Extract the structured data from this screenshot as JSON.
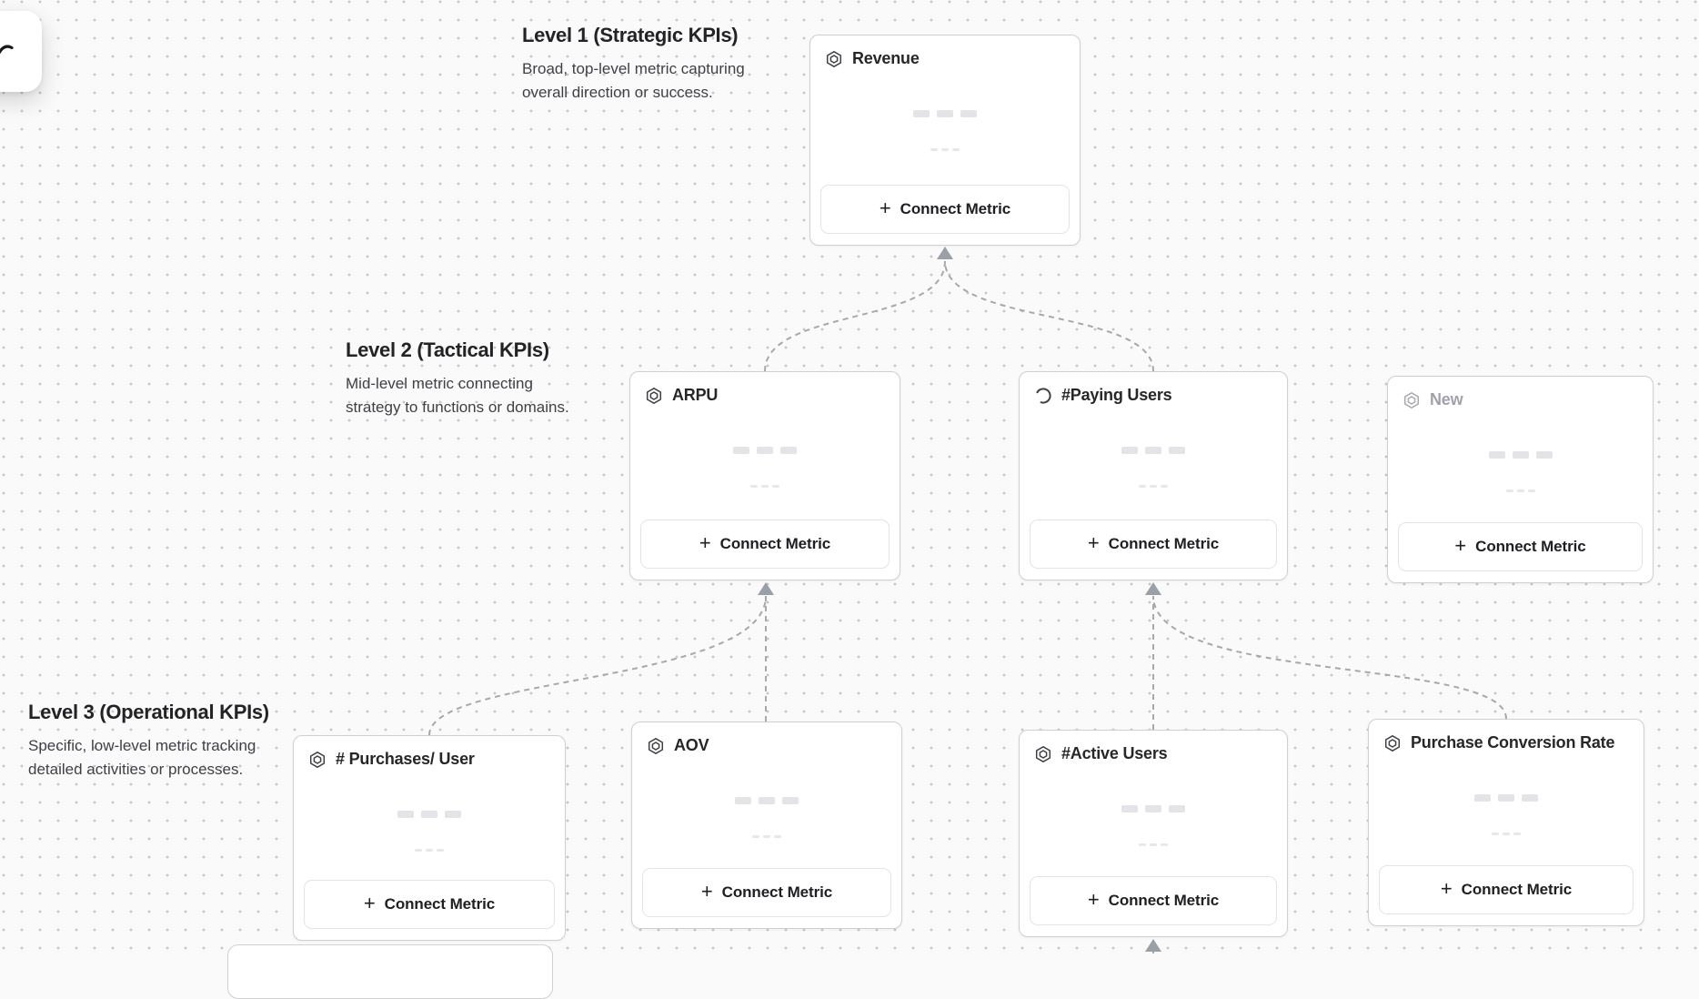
{
  "ui": {
    "connect_metric_label": "Connect Metric",
    "plus_glyph": "+"
  },
  "levels": [
    {
      "title": "Level 1 (Strategic KPIs)",
      "desc_line1": "Broad, top-level metric capturing",
      "desc_line2": "overall direction or success."
    },
    {
      "title": "Level 2 (Tactical KPIs)",
      "desc_line1": "Mid-level metric connecting",
      "desc_line2": "strategy to functions or domains."
    },
    {
      "title": "Level 3 (Operational KPIs)",
      "desc_line1": "Specific, low-level metric tracking",
      "desc_line2": "detailed activities or processes."
    }
  ],
  "cards": [
    {
      "title": "Revenue",
      "icon": "hexagon-metric-icon",
      "state": "default"
    },
    {
      "title": "ARPU",
      "icon": "hexagon-metric-icon",
      "state": "default"
    },
    {
      "title": "#Paying Users",
      "icon": "spinner-loading-icon",
      "state": "loading"
    },
    {
      "title": "New",
      "icon": "hexagon-metric-icon",
      "state": "draft"
    },
    {
      "title": "# Purchases/ User",
      "icon": "hexagon-metric-icon",
      "state": "default"
    },
    {
      "title": "AOV",
      "icon": "hexagon-metric-icon",
      "state": "default"
    },
    {
      "title": "#Active Users",
      "icon": "hexagon-metric-icon",
      "state": "default"
    },
    {
      "title": "Purchase Conversion Rate",
      "icon": "hexagon-metric-icon",
      "state": "default"
    }
  ],
  "colors": {
    "edge": "#a8a8a8",
    "arrowhead": "#9aa0a8",
    "card_border": "#cfcfd4",
    "title_text": "#27272a",
    "muted_text": "#a1a1aa",
    "skeleton": "#e4e4e8"
  }
}
